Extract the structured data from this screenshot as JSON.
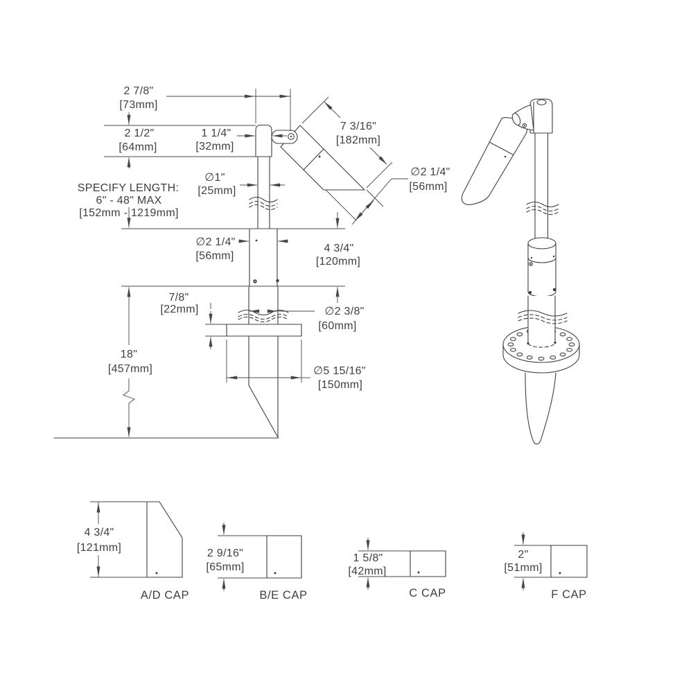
{
  "colors": {
    "outline": "#3d3d3d",
    "dimension": "#474747",
    "text": "#3f3f3f",
    "background": "#ffffff"
  },
  "front": {
    "top_width": {
      "in": "2 7/8\"",
      "mm": "[73mm]"
    },
    "yoke_height": {
      "in": "2 1/2\"",
      "mm": "[64mm]"
    },
    "yoke_width": {
      "in": "1 1/4\"",
      "mm": "[32mm]"
    },
    "head_length": {
      "in": "7 3/16\"",
      "mm": "[182mm]"
    },
    "head_diameter": {
      "in": "∅2 1/4\"",
      "mm": "[56mm]"
    },
    "stem_diameter": {
      "in": "∅1\"",
      "mm": "[25mm]"
    },
    "specify_length": {
      "line1": "SPECIFY LENGTH:",
      "line2": "6\" - 48\" MAX",
      "line3": "[152mm - 1219mm]"
    },
    "body_diameter": {
      "in": "∅2 1/4\"",
      "mm": "[56mm]"
    },
    "body_height": {
      "in": "4 3/4\"",
      "mm": "[120mm]"
    },
    "flange_thickness": {
      "in": "7/8\"",
      "mm": "[22mm]"
    },
    "stake_diameter": {
      "in": "∅2 3/8\"",
      "mm": "[60mm]"
    },
    "bury_depth": {
      "in": "18\"",
      "mm": "[457mm]"
    },
    "flange_diameter": {
      "in": "∅5 15/16\"",
      "mm": "[150mm]"
    }
  },
  "caps": [
    {
      "label": "A/D CAP",
      "height_in": "4 3/4\"",
      "height_mm": "[121mm]"
    },
    {
      "label": "B/E CAP",
      "height_in": "2 9/16\"",
      "height_mm": "[65mm]"
    },
    {
      "label": "C CAP",
      "height_in": "1 5/8\"",
      "height_mm": "[42mm]"
    },
    {
      "label": "F CAP",
      "height_in": "2\"",
      "height_mm": "[51mm]"
    }
  ]
}
